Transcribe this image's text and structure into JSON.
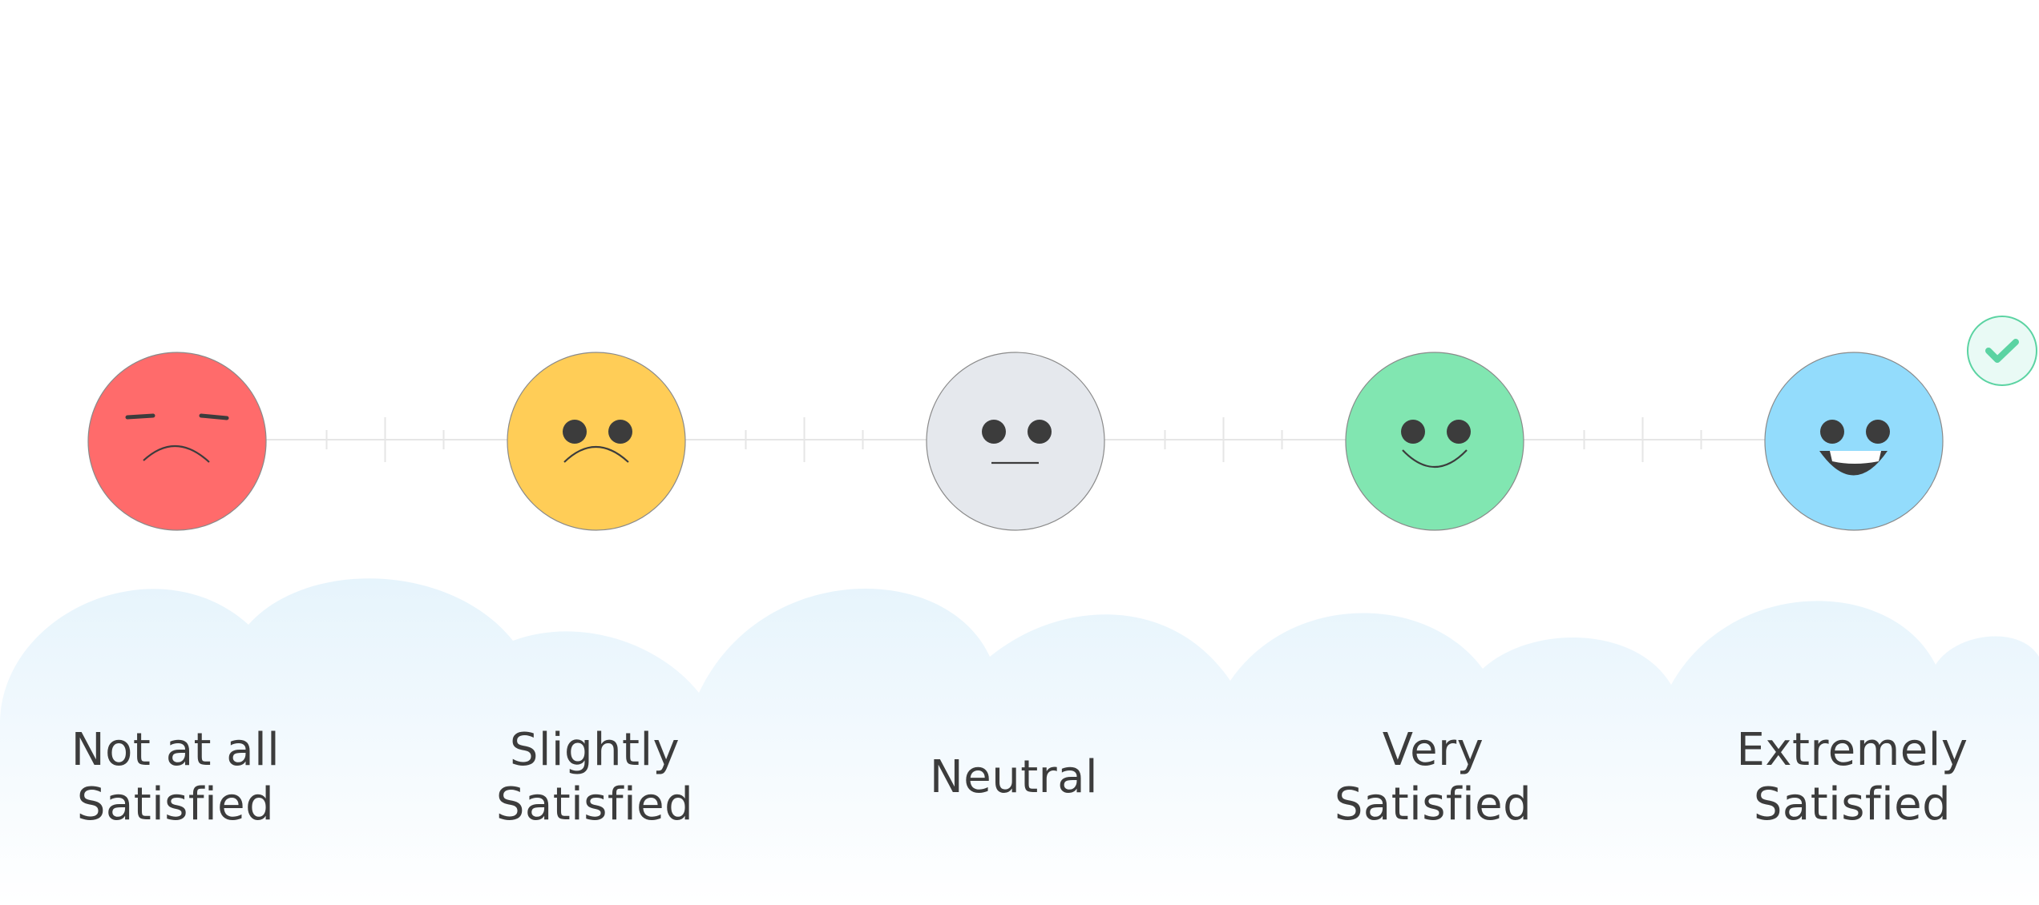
{
  "rating_scale": {
    "selected_index": 4,
    "colors": {
      "check_accent": "#5bd3a2",
      "check_bg": "#e9faf5",
      "track": "#e6e6e6",
      "cloud": "#eaf6fd",
      "label_text": "#3c3c3c",
      "feature_dark": "#3c3c3c"
    },
    "options": [
      {
        "name": "not-at-all-satisfied",
        "icon": "frowning-face-icon",
        "color": "#ff6b6b",
        "label_line1": "Not at all",
        "label_line2": "Satisfied"
      },
      {
        "name": "slightly-satisfied",
        "icon": "sad-face-icon",
        "color": "#ffcd57",
        "label_line1": "Slightly",
        "label_line2": "Satisfied"
      },
      {
        "name": "neutral",
        "icon": "neutral-face-icon",
        "color": "#e5e8ed",
        "label_line1": "",
        "label_line2": "Neutral"
      },
      {
        "name": "very-satisfied",
        "icon": "smiling-face-icon",
        "color": "#81e6b1",
        "label_line1": "Very",
        "label_line2": "Satisfied"
      },
      {
        "name": "extremely-satisfied",
        "icon": "grinning-face-icon",
        "color": "#93dcfc",
        "label_line1": "Extremely",
        "label_line2": "Satisfied"
      }
    ]
  }
}
